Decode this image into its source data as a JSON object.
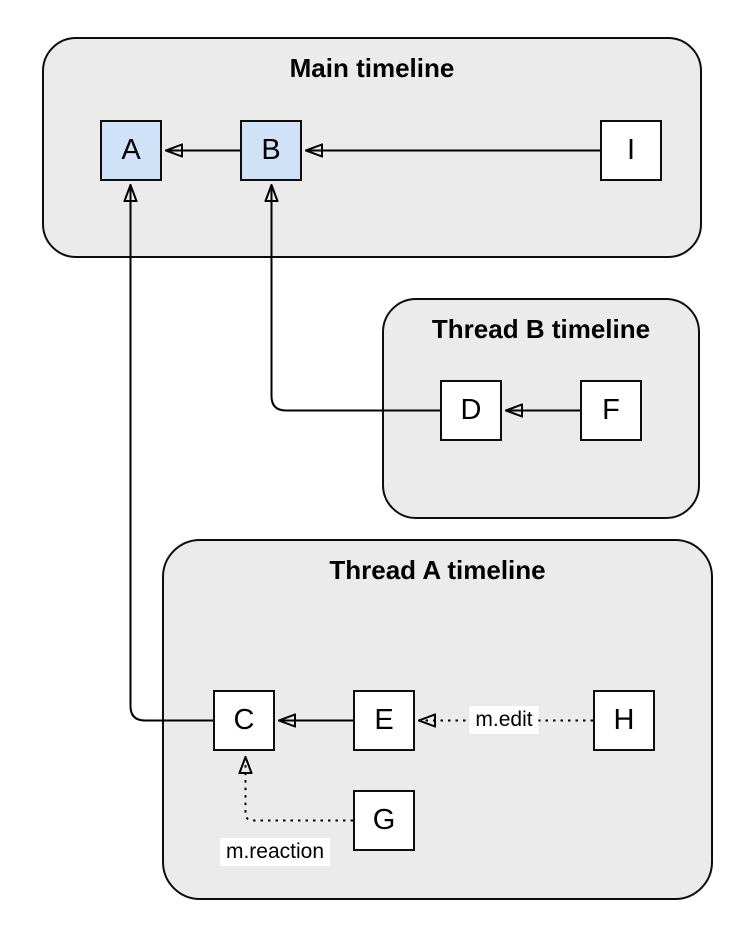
{
  "diagram": {
    "type": "timeline-relationship-diagram",
    "containers": [
      {
        "id": "main",
        "title": "Main timeline"
      },
      {
        "id": "thread_b",
        "title": "Thread B timeline"
      },
      {
        "id": "thread_a",
        "title": "Thread A timeline"
      }
    ],
    "nodes": [
      {
        "id": "A",
        "label": "A",
        "fill": "#cfe2f7",
        "timeline": "main"
      },
      {
        "id": "B",
        "label": "B",
        "fill": "#cfe2f7",
        "timeline": "main"
      },
      {
        "id": "I",
        "label": "I",
        "fill": "#ffffff",
        "timeline": "main"
      },
      {
        "id": "D",
        "label": "D",
        "fill": "#ffffff",
        "timeline": "thread_b"
      },
      {
        "id": "F",
        "label": "F",
        "fill": "#ffffff",
        "timeline": "thread_b"
      },
      {
        "id": "C",
        "label": "C",
        "fill": "#ffffff",
        "timeline": "thread_a"
      },
      {
        "id": "E",
        "label": "E",
        "fill": "#ffffff",
        "timeline": "thread_a"
      },
      {
        "id": "H",
        "label": "H",
        "fill": "#ffffff",
        "timeline": "thread_a"
      },
      {
        "id": "G",
        "label": "G",
        "fill": "#ffffff",
        "timeline": "thread_a"
      }
    ],
    "edges": [
      {
        "from": "B",
        "to": "A",
        "style": "solid",
        "label": ""
      },
      {
        "from": "I",
        "to": "B",
        "style": "solid",
        "label": ""
      },
      {
        "from": "F",
        "to": "D",
        "style": "solid",
        "label": ""
      },
      {
        "from": "D",
        "to": "B",
        "style": "solid",
        "label": ""
      },
      {
        "from": "E",
        "to": "C",
        "style": "solid",
        "label": ""
      },
      {
        "from": "C",
        "to": "A",
        "style": "solid",
        "label": ""
      },
      {
        "from": "H",
        "to": "E",
        "style": "dotted",
        "label": "m.edit"
      },
      {
        "from": "G",
        "to": "C",
        "style": "dotted",
        "label": "m.reaction"
      }
    ],
    "colors": {
      "container_fill": "#ebebeb",
      "container_border": "#0d0d0d",
      "node_border": "#0d0d0d",
      "node_highlight_fill": "#cfe2f7",
      "node_default_fill": "#ffffff",
      "edge_color": "#000000",
      "label_background": "#ffffff"
    }
  }
}
